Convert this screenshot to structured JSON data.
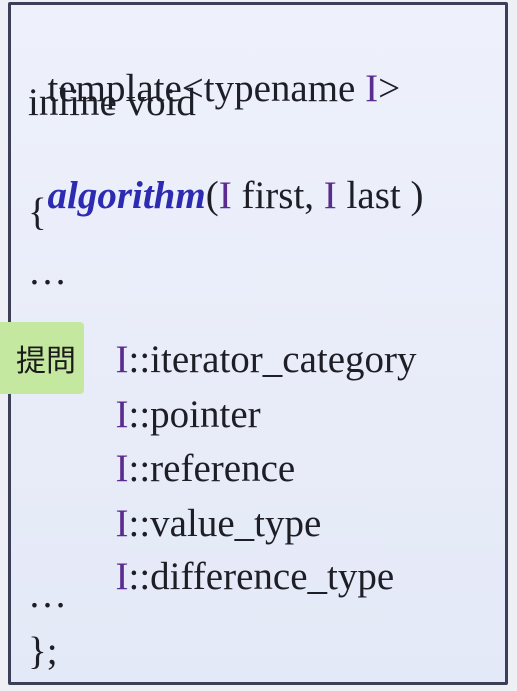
{
  "code": {
    "line1_prefix": "template<typename ",
    "line1_param": "I",
    "line1_suffix": ">",
    "line2": "inline void",
    "line3_fn": "algorithm",
    "line3_open": "(",
    "line3_type1": "I",
    "line3_arg1": " first, ",
    "line3_type2": "I",
    "line3_arg2": " last )",
    "open_brace": "{",
    "ellipsis_top": "…",
    "members": [
      {
        "prefix": "I",
        "name": "::iterator_category"
      },
      {
        "prefix": "I",
        "name": "::pointer"
      },
      {
        "prefix": "I",
        "name": "::reference"
      },
      {
        "prefix": "I",
        "name": "::value_type"
      },
      {
        "prefix": "I",
        "name": "::difference_type"
      }
    ],
    "ellipsis_bottom": "…",
    "close_brace": "};"
  },
  "side_tag": {
    "text": "提問"
  },
  "colors": {
    "keyword_purple": "#5a2c8f",
    "function_blue": "#2e2bb3",
    "tag_green": "#c5e8a0"
  }
}
